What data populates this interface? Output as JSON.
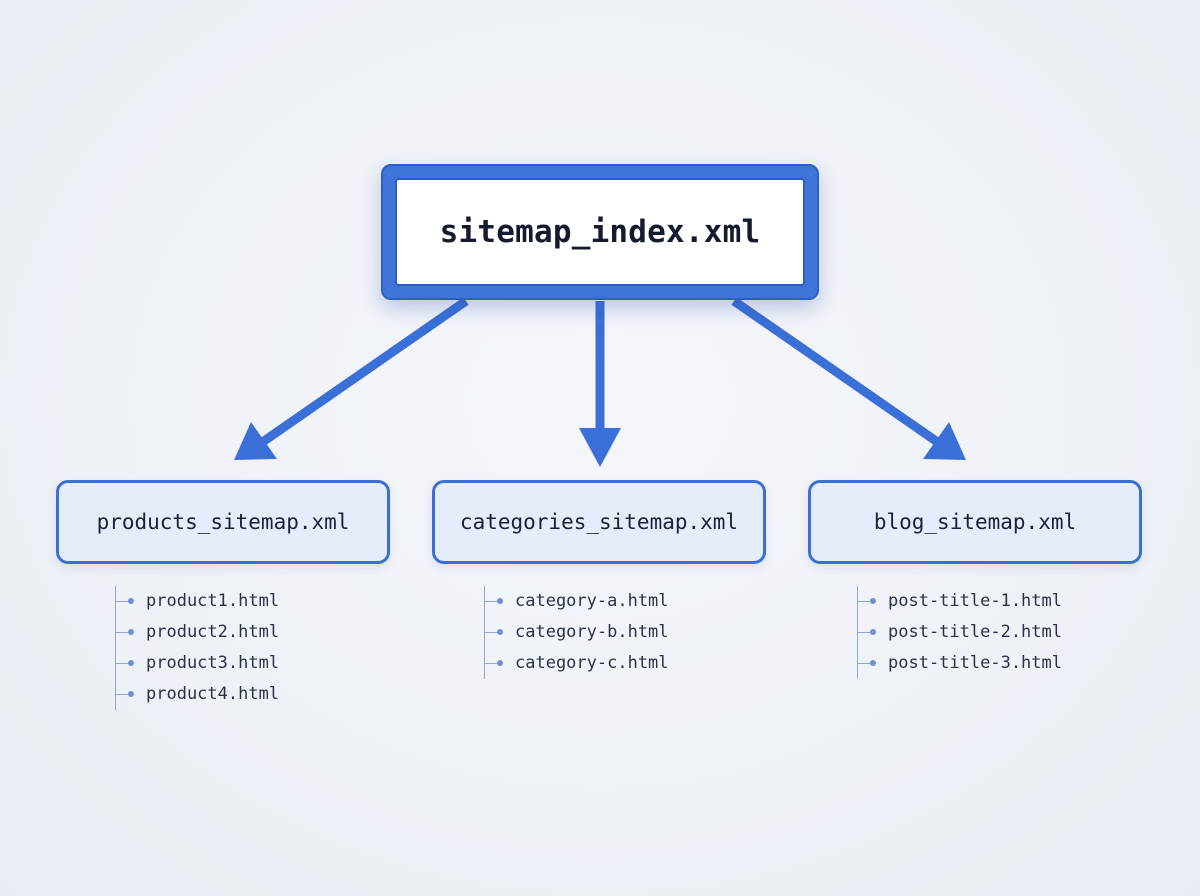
{
  "root": {
    "label": "sitemap_index.xml"
  },
  "children": [
    {
      "label": "products_sitemap.xml",
      "files": [
        "product1.html",
        "product2.html",
        "product3.html",
        "product4.html"
      ]
    },
    {
      "label": "categories_sitemap.xml",
      "files": [
        "category-a.html",
        "category-b.html",
        "category-c.html"
      ]
    },
    {
      "label": "blog_sitemap.xml",
      "files": [
        "post-title-1.html",
        "post-title-2.html",
        "post-title-3.html"
      ]
    }
  ],
  "colors": {
    "accent": "#3b6fd6",
    "arrow": "#3a6fd8",
    "child_fill": "#e5edfa",
    "background": "#eef1f6"
  }
}
